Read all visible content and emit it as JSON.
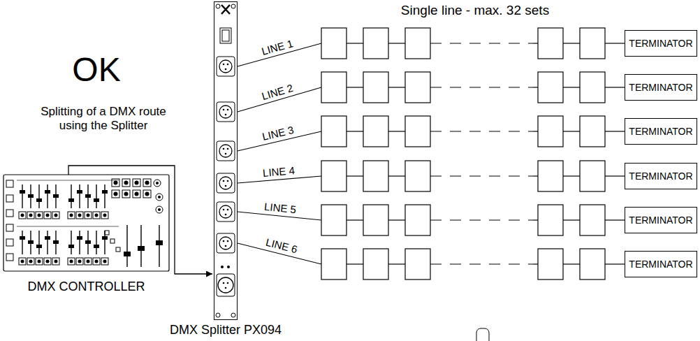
{
  "diagram": {
    "nodes": [
      {
        "text": [
          "DMX CONTROLLER"
        ]
      },
      {
        "text": [
          "DMX Splitter PX094"
        ]
      },
      {
        "text": [
          "TERMINATOR"
        ]
      },
      {
        "text": [
          "TERMINATOR"
        ]
      },
      {
        "text": [
          "TERMINATOR"
        ]
      },
      {
        "text": [
          "TERMINATOR"
        ]
      },
      {
        "text": [
          "TERMINATOR"
        ]
      },
      {
        "text": [
          "TERMINATOR"
        ]
      }
    ],
    "edges": [
      {
        "from": 0,
        "to": 1,
        "arrow": "to"
      }
    ],
    "labels": [
      "OK",
      "Splitting of a DMX route using the Splitter",
      "Single line - max. 32 sets",
      "LINE 1",
      "LINE 2",
      "LINE 3",
      "LINE 4",
      "LINE 5",
      "LINE 6"
    ]
  }
}
